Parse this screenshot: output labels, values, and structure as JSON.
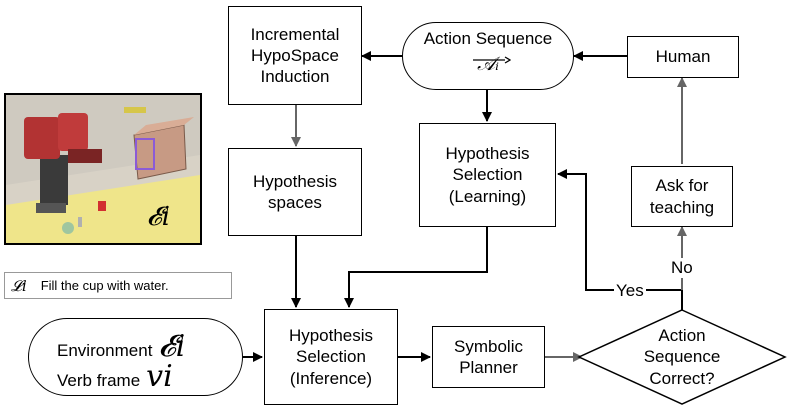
{
  "nodes": {
    "incremental": "Incremental\nHypoSpace\nInduction",
    "action_sequence_title": "Action Sequence",
    "action_sequence_symbol": "𝒜ᵢ",
    "human": "Human",
    "hypothesis_spaces": "Hypothesis\nspaces",
    "selection_learning": "Hypothesis\nSelection\n(Learning)",
    "ask_teaching": "Ask for\nteaching",
    "selection_inference": "Hypothesis\nSelection\n(Inference)",
    "symbolic_planner": "Symbolic\nPlanner",
    "correct_decision": "Action\nSequence\nCorrect?"
  },
  "environment": {
    "env_label": "Environment",
    "env_symbol": "𝓔i",
    "verb_label": "Verb frame",
    "verb_symbol": "vi"
  },
  "edge_labels": {
    "yes": "Yes",
    "no": "No"
  },
  "scene": {
    "env_symbol": "𝓔i"
  },
  "language": {
    "symbol": "𝓛i",
    "text": "Fill the cup with water."
  }
}
